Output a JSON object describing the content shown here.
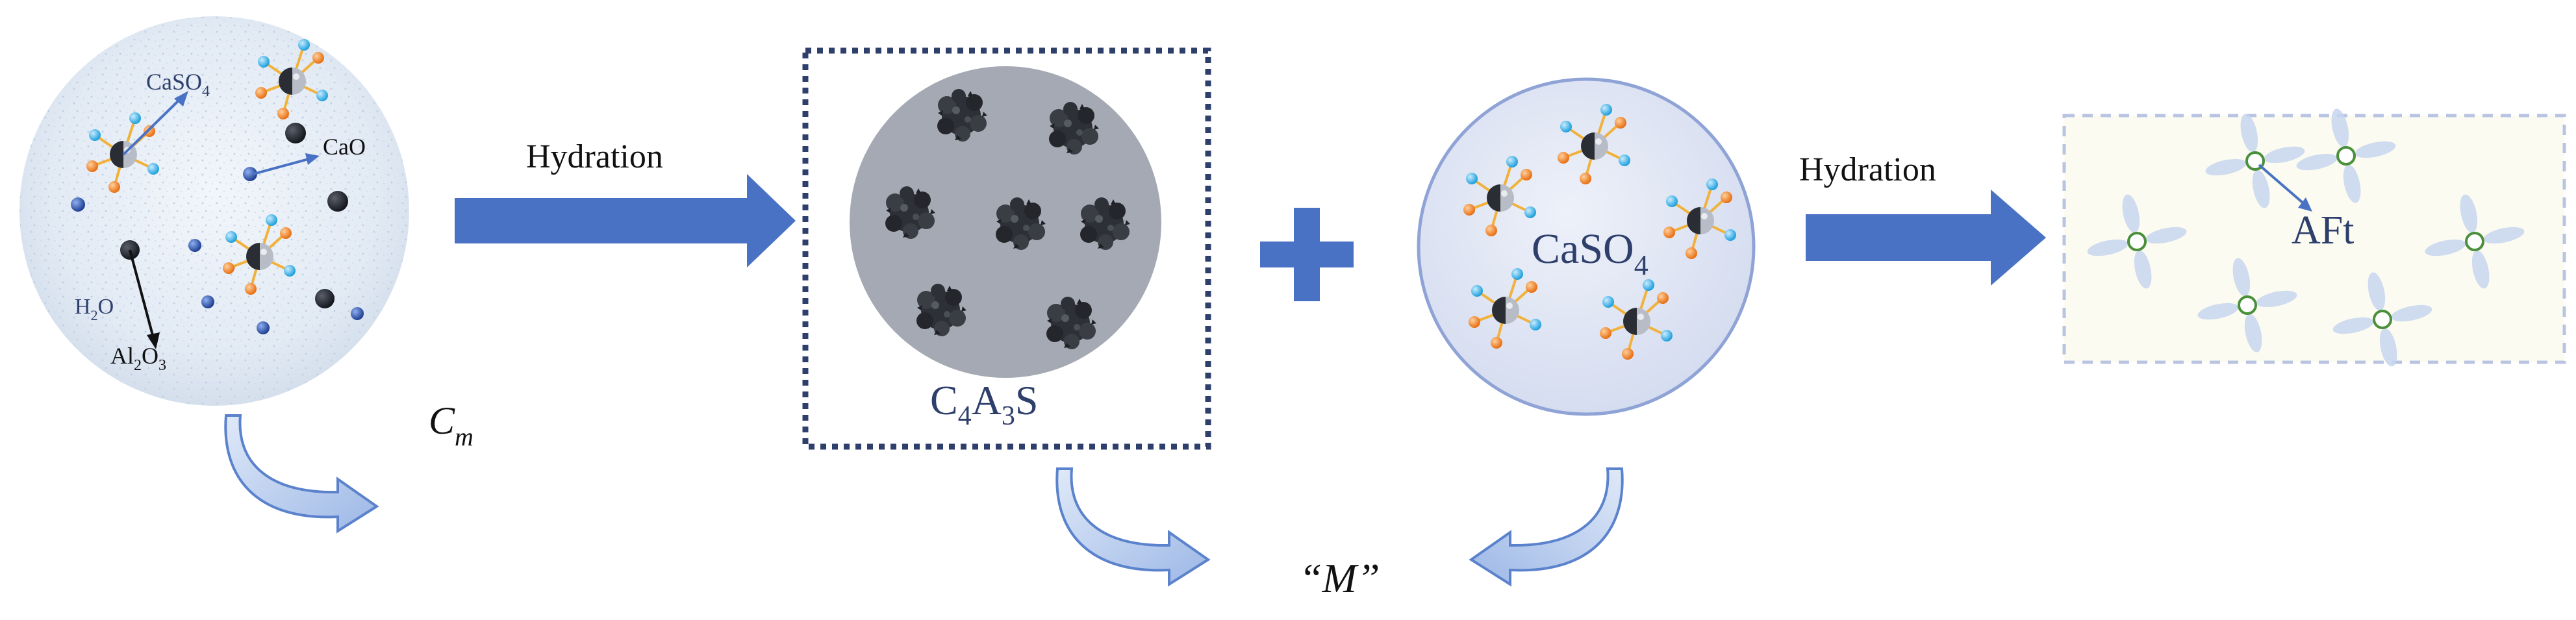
{
  "colors": {
    "arrow_blue": "#4a72c4",
    "arrow_light": "#aec6ec",
    "label_dark": "#2e3f6c",
    "ball_blue": "#3055a8",
    "ball_dark": "#22262e",
    "ball_orange": "#f07c1e",
    "ball_cyan": "#34b4ea",
    "circle_gray": "#a4a8b4",
    "product_circle": "#dde3f2",
    "product_border": "#8fa3d6",
    "aft_bg": "#fbfbf1",
    "aft_border": "#b8c4e2",
    "petal": "#c6d4ee",
    "ring_green": "#4a8f3a"
  },
  "icons": {
    "hydration_arrow": "right-arrow",
    "plus_sign": "plus",
    "curved_arrow": "curved-arrow",
    "molecule": "ball-and-stick-molecule",
    "cluster": "dark-grain-cluster",
    "crystal": "four-petal-crystal"
  },
  "reactants": {
    "caso4": {
      "base": "CaSO",
      "sub": "4"
    },
    "cao": "CaO",
    "h2o": {
      "h": "H",
      "sub": "2",
      "o": "O"
    },
    "al2o3": {
      "a": "Al",
      "sub1": "2",
      "b": "O",
      "sub2": "3"
    }
  },
  "step1": {
    "label": "Hydration"
  },
  "step2": {
    "label": "Hydration"
  },
  "cm_label": {
    "base": "C",
    "sub": "m"
  },
  "c4a3s_label": {
    "c": "C",
    "sub1": "4",
    "a": "A",
    "sub2": "3",
    "s": "S"
  },
  "caso4_product": {
    "base": "CaSO",
    "sub": "4"
  },
  "aft_label": "AFt",
  "m_label": "“M”"
}
